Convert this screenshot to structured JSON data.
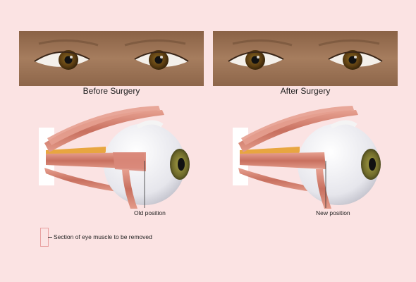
{
  "labels": {
    "before": "Before Surgery",
    "after": "After Surgery",
    "old_position": "Old position",
    "new_position": "New position",
    "legend": "Section of eye muscle to be removed"
  },
  "colors": {
    "background": "#fbe3e3",
    "skin": "#9b7355",
    "iris": "#5a3b12",
    "muscle": "#d9887a",
    "sclera": "#e8e8ee",
    "legend_box": "#e8a0a0"
  }
}
